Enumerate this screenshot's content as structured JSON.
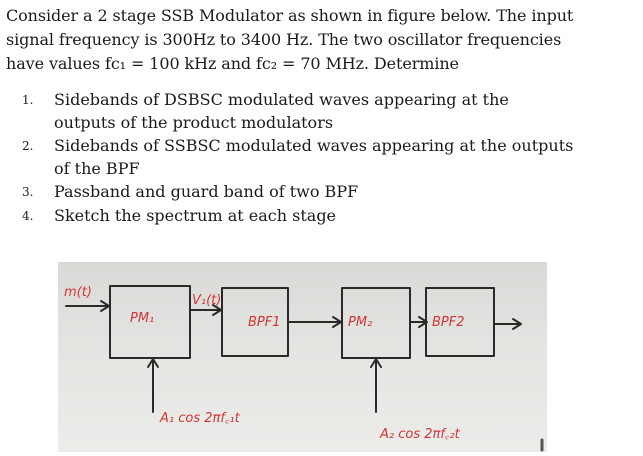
{
  "intro": {
    "lines": [
      "Consider a 2 stage SSB Modulator as shown in figure below. The input",
      "signal frequency is 300Hz to 3400 Hz. The two oscillator frequencies",
      "have values fc₁ = 100 kHz and fc₂ = 70 MHz. Determine"
    ]
  },
  "questions": [
    {
      "num": "1.",
      "lines": [
        "Sidebands of DSBSC modulated waves appearing at the",
        "outputs of the product modulators"
      ]
    },
    {
      "num": "2.",
      "lines": [
        "Sidebands of SSBSC modulated waves appearing at the outputs",
        "of the BPF"
      ]
    },
    {
      "num": "3.",
      "lines": [
        "Passband and guard band of two BPF"
      ]
    },
    {
      "num": "4.",
      "lines": [
        "Sketch the spectrum at each stage"
      ]
    }
  ],
  "diagram": {
    "input_label": "m(t)",
    "pm1_label": "PM₁",
    "v1_label": "V₁(t)",
    "bpf1_label": "BPF1",
    "pm2_label": "PM₂",
    "bpf2_label": "BPF2",
    "osc1_label": "A₁ cos 2πf꜀₁t",
    "osc2_label": "A₂ cos 2πf꜀₂t",
    "ink_color": "#d0363a",
    "stroke_color": "#2a2a2a"
  }
}
